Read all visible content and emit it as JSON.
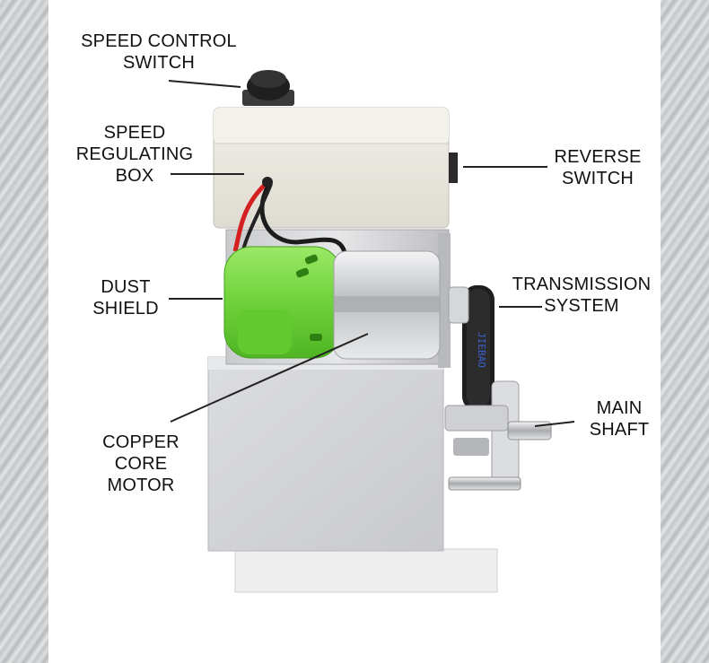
{
  "labels": {
    "speed_control_switch": "SPEED CONTROL\nSWITCH",
    "speed_regulating_box": "SPEED\nREGULATING\nBOX",
    "reverse_switch": "REVERSE\nSWITCH",
    "dust_shield": "DUST\nSHIELD",
    "transmission_system": "TRANSMISSION\nSYSTEM",
    "main_shaft": "MAIN\nSHAFT",
    "copper_core_motor": "COPPER\nCORE\nMOTOR"
  },
  "belt_text": "JIEBAO",
  "colors": {
    "dust_shield": "#7ed94a",
    "box": "#e8e6df",
    "metal": "#d9dadc"
  }
}
